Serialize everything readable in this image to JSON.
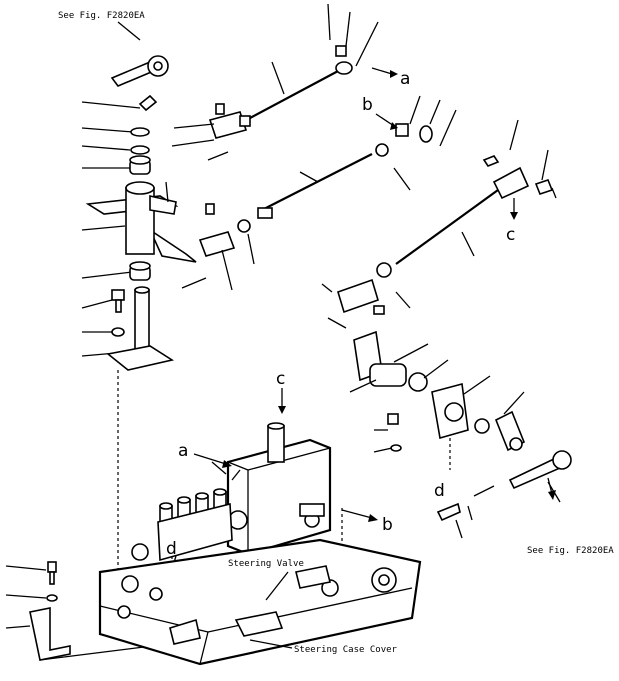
{
  "references": {
    "top_left": "See Fig. F2820EA",
    "bottom_right": "See Fig. F2820EA"
  },
  "callouts": {
    "a_top": "a",
    "b_top": "b",
    "c_right": "c",
    "c_center": "c",
    "a_center": "a",
    "b_center": "b",
    "d_right": "d",
    "d_left": "d"
  },
  "assemblies": {
    "steering_valve": "Steering Valve",
    "steering_case_cover": "Steering Case Cover"
  }
}
